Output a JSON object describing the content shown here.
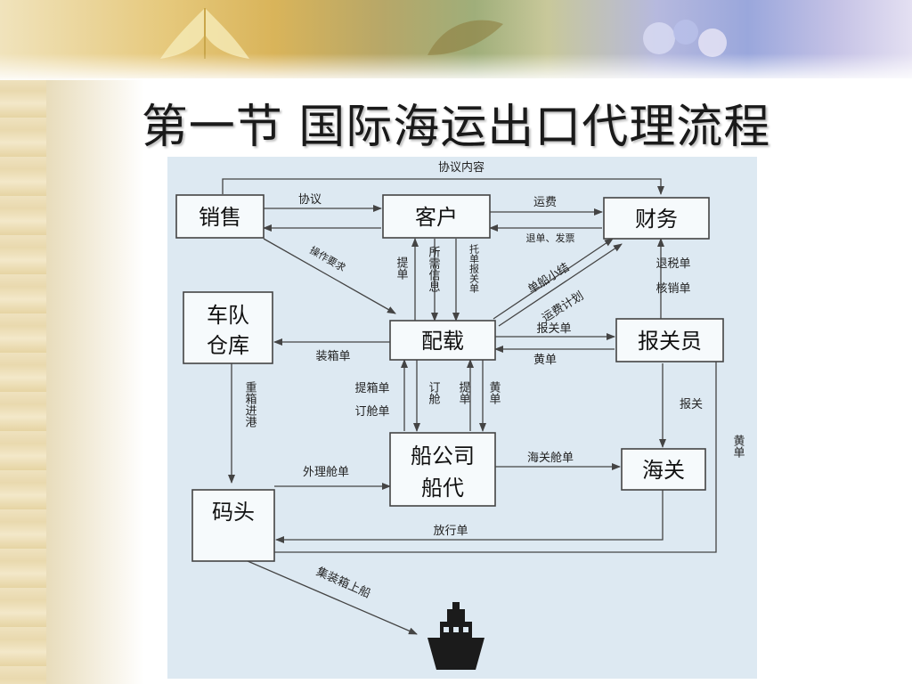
{
  "title": "第一节  国际海运出口代理流程",
  "nodes": {
    "sales": "销售",
    "customer": "客户",
    "finance": "财务",
    "fleet_line1": "车队",
    "fleet_line2": "仓库",
    "stowage": "配载",
    "broker": "报关员",
    "carrier_line1": "船公司",
    "carrier_line2": "船代",
    "customs": "海关",
    "wharf": "码头"
  },
  "edges": {
    "agreement_content": "协议内容",
    "agreement": "协议",
    "freight": "运费",
    "refund_invoice": "退单、发票",
    "operation_req": "操作要求",
    "bill_of_lading": "提单",
    "required_info": "所需信息",
    "booking_declare": "托单报关单",
    "voyage_summary": "单船小结",
    "freight_plan": "运费计划",
    "tax_refund": "退税单",
    "verification": "核销单",
    "packing_list": "装箱单",
    "customs_declaration": "报关单",
    "yellow_sheet_a": "黄单",
    "pickup_booking_1": "提箱单",
    "pickup_booking_2": "订舱单",
    "book_space": "订舱",
    "bill_of_lading_2": "提单",
    "yellow_sheet_b": "黄单",
    "declare": "报关",
    "heavy_box": "重箱进港",
    "tally_order": "外理舱单",
    "customs_manifest": "海关舱单",
    "yellow_sheet_c": "黄单",
    "release": "放行单",
    "container_ship": "集装箱上船"
  },
  "colors": {
    "panel": "#dde9f2",
    "box_fill": "#f6fafc",
    "line": "#444444"
  },
  "icons": [
    "ship-icon",
    "leaf-icon",
    "flower-icon"
  ]
}
